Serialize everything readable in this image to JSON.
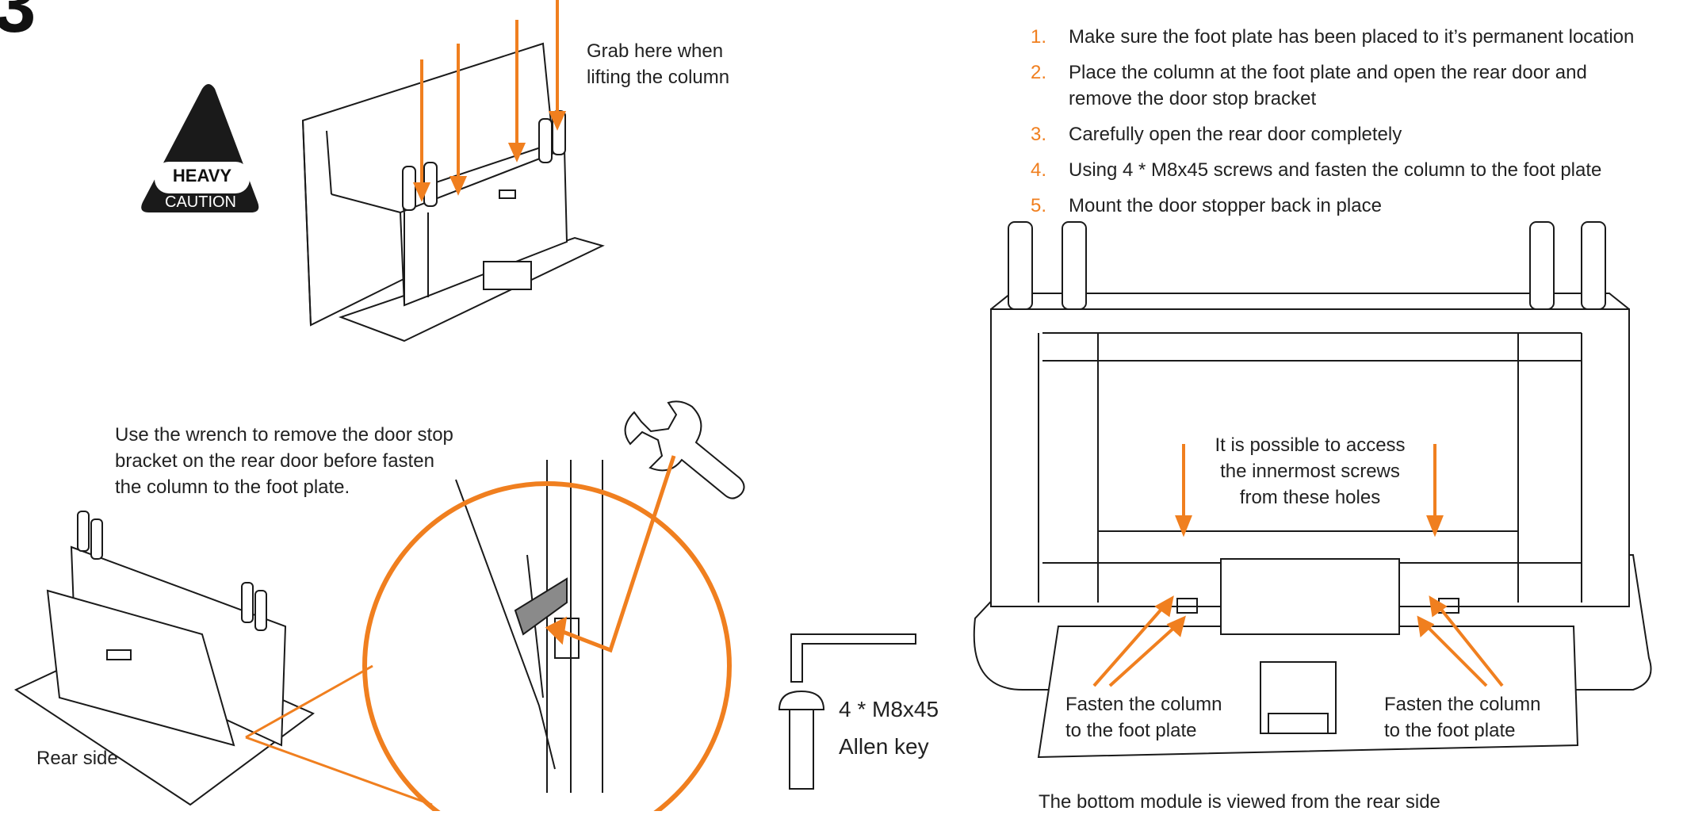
{
  "step_number": "3",
  "caution": {
    "top": "HEAVY",
    "bottom": "CAUTION"
  },
  "grab_note": "Grab here when\nlifting the column",
  "wrench_note": "Use the wrench to remove the door stop\nbracket on the rear door before fasten\nthe column to the foot plate.",
  "rear_side_label": "Rear side",
  "parts": {
    "screws": "4 * M8x45",
    "tool": "Allen key"
  },
  "steps": [
    {
      "num": "1.",
      "text": "Make sure the foot plate has been placed to it’s permanent location"
    },
    {
      "num": "2.",
      "text": "Place the column at the foot plate and open the rear door and\nremove the door stop bracket"
    },
    {
      "num": "3.",
      "text": "Carefully open the rear door completely"
    },
    {
      "num": "4.",
      "text": "Using 4 * M8x45 screws and fasten the column to the foot plate"
    },
    {
      "num": "5.",
      "text": "Mount the door stopper back in place"
    }
  ],
  "access_note": "It is possible to access\nthe innermost screws\nfrom these holes",
  "fasten_left": "Fasten the column\nto the foot plate",
  "fasten_right": "Fasten the column\nto the foot plate",
  "bottom_caption": "The bottom module is viewed from the rear side",
  "colors": {
    "accent": "#f07f1f",
    "line": "#1a1a1a",
    "caution_bg": "#1a1a1a"
  }
}
